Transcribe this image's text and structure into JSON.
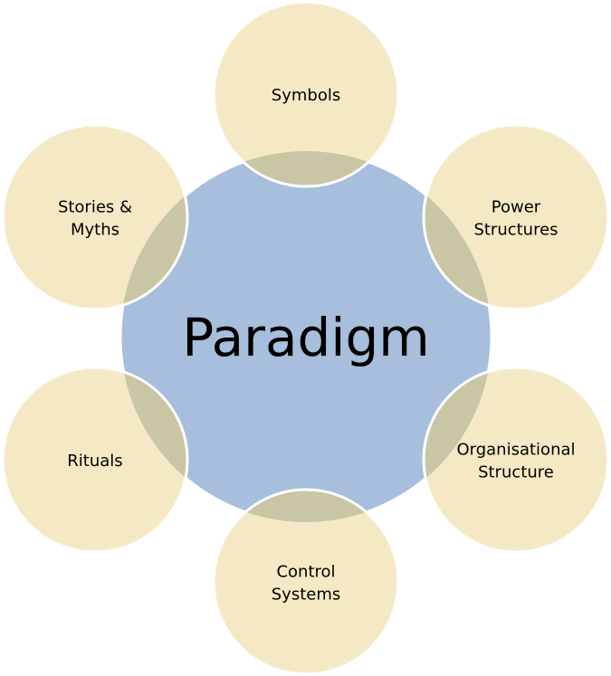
{
  "diagram": {
    "center": {
      "label": "Paradigm"
    },
    "nodes": [
      {
        "id": "symbols",
        "lines": [
          "Symbols"
        ]
      },
      {
        "id": "power-structures",
        "lines": [
          "Power",
          "Structures"
        ]
      },
      {
        "id": "organisational-structure",
        "lines": [
          "Organisational",
          "Structure"
        ]
      },
      {
        "id": "control-systems",
        "lines": [
          "Control",
          "Systems"
        ]
      },
      {
        "id": "rituals",
        "lines": [
          "Rituals"
        ]
      },
      {
        "id": "stories-myths",
        "lines": [
          "Stories &",
          "Myths"
        ]
      }
    ]
  },
  "colors": {
    "center_fill": "#a7bedd",
    "node_fill": "#f5e9c5",
    "overlap_fill": "#c8c6a5",
    "stroke": "#ffffff"
  }
}
